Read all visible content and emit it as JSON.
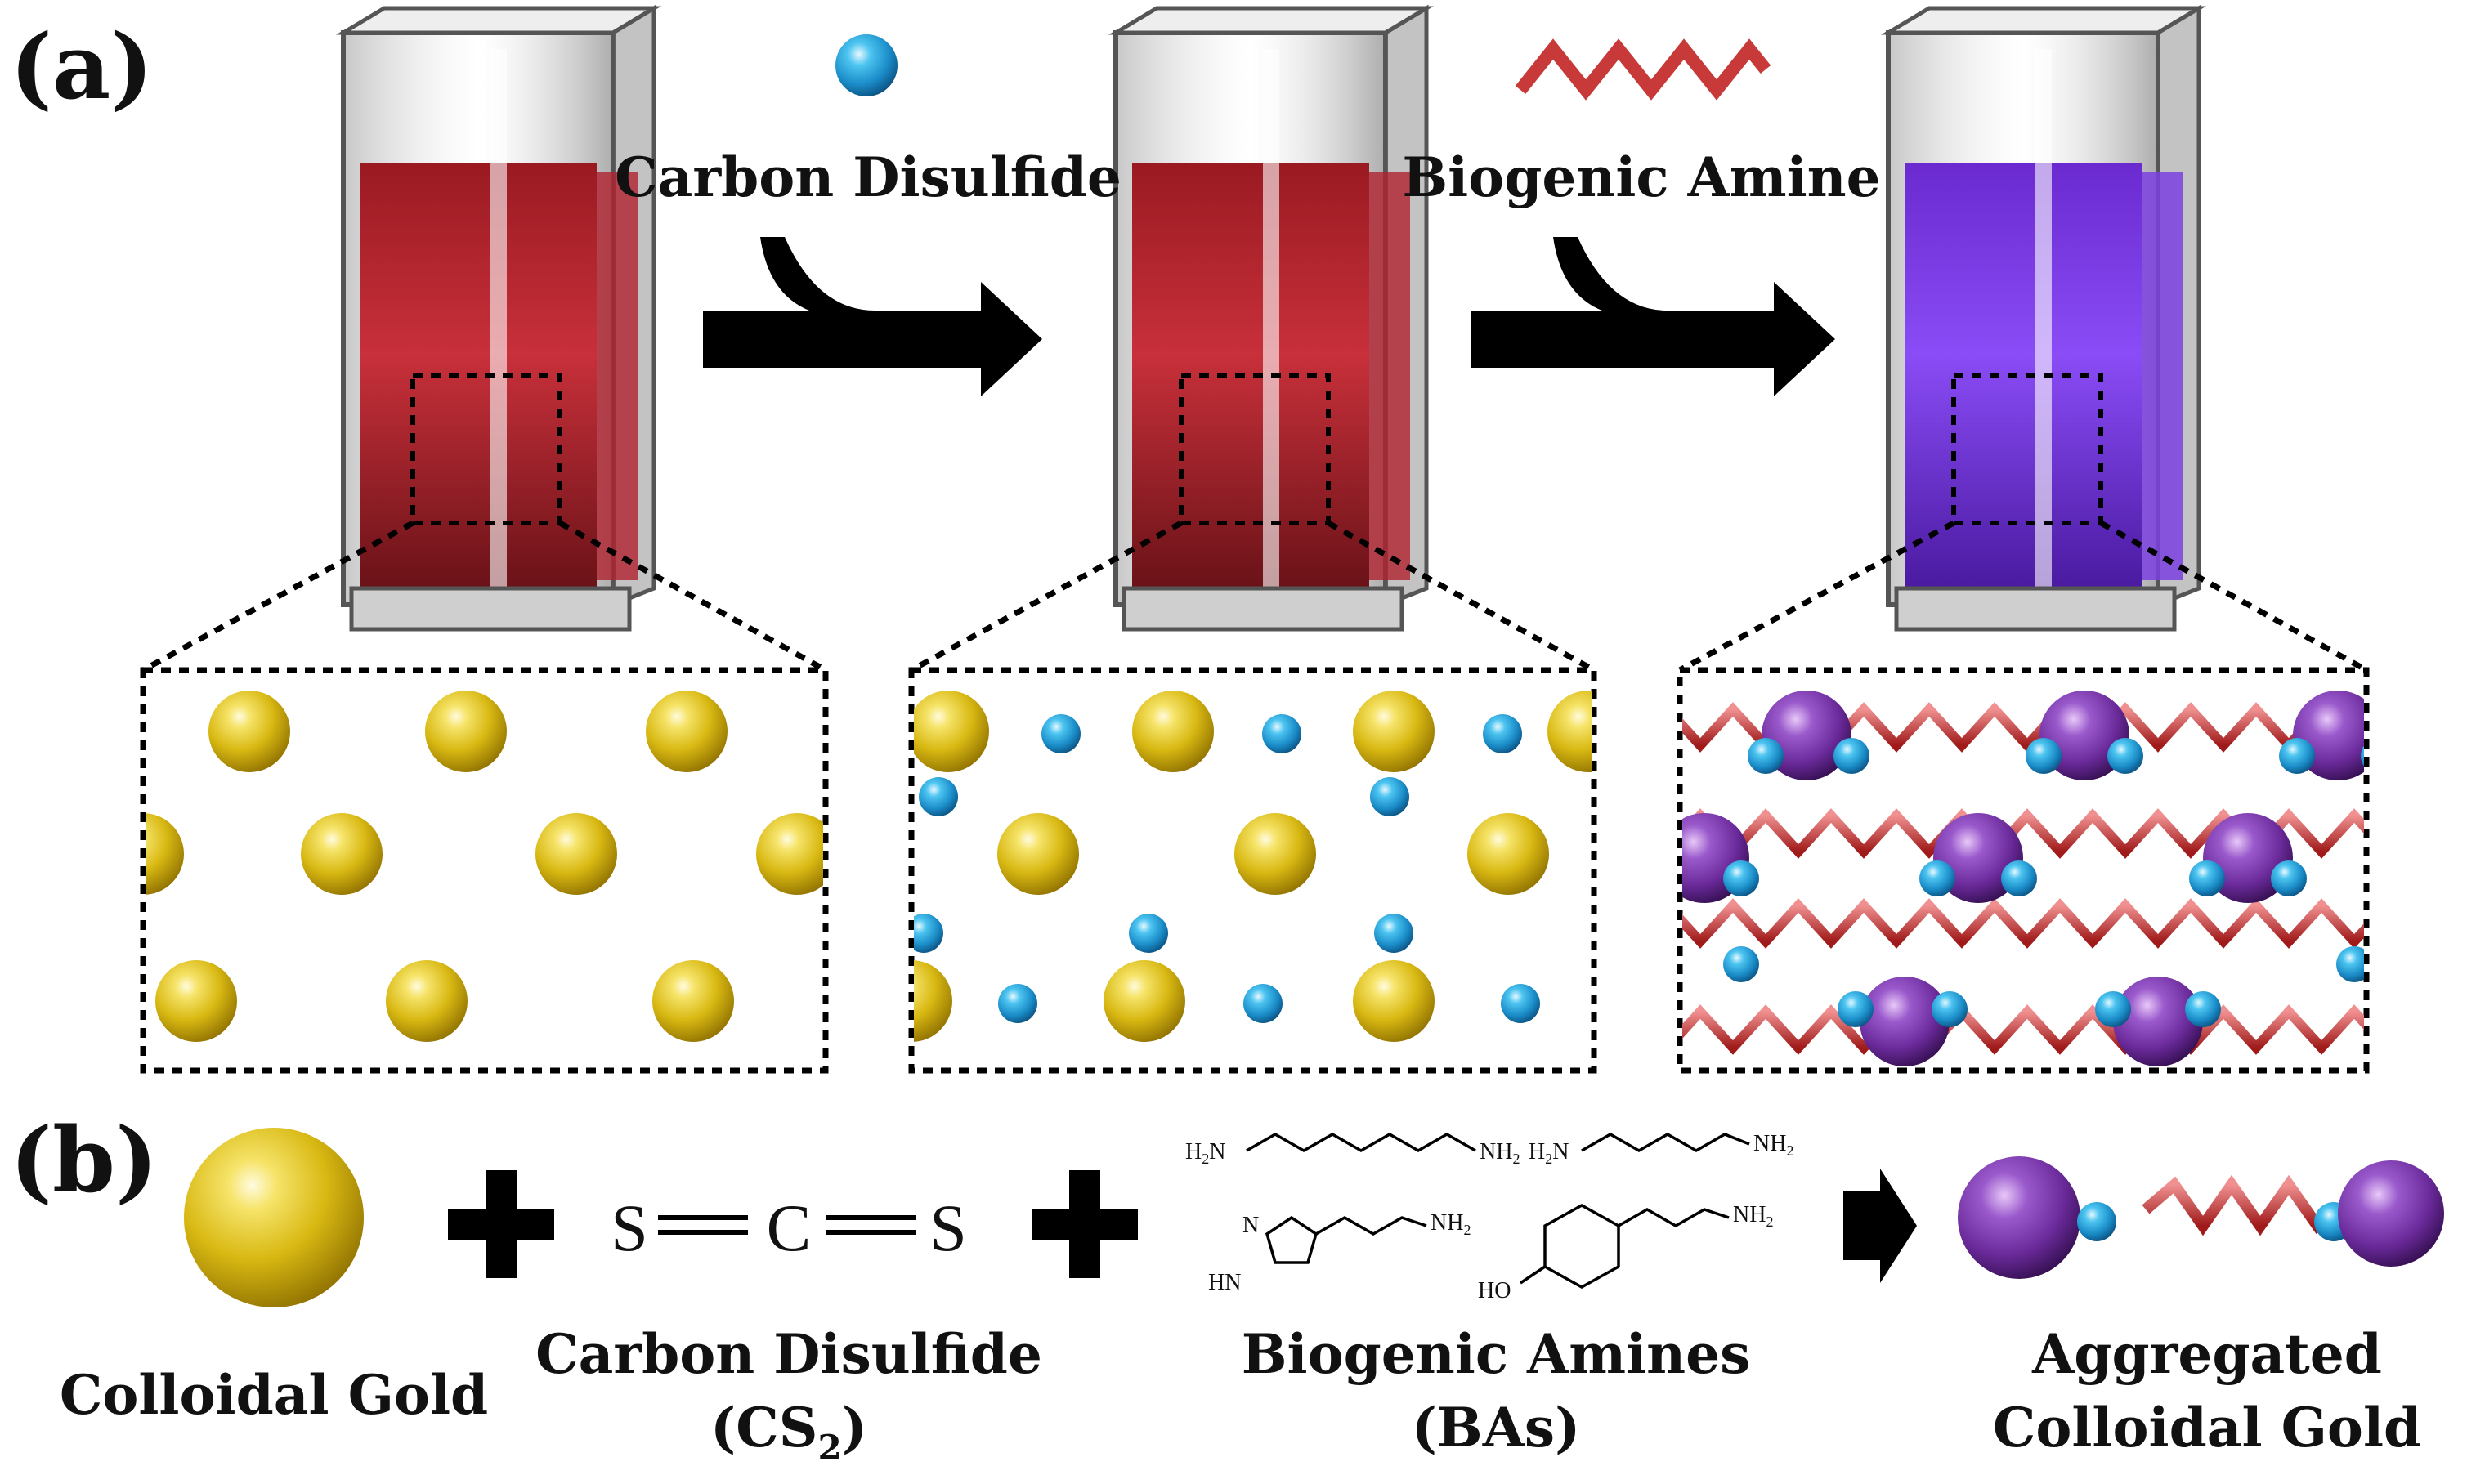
{
  "panel_a": {
    "label": "(a)",
    "step1_label": "Carbon Disulfide",
    "step2_label": "Biogenic Amine",
    "colors": {
      "red_solution": "#c0262c",
      "purple_solution": "#7a3ef0",
      "gold": "#e6c21a",
      "blue_bead": "#1a9fd6",
      "purple_bead": "#6a2a9a",
      "chain": "#d03a3a"
    }
  },
  "panel_b": {
    "label": "(b)",
    "colloidal_gold": "Colloidal Gold",
    "cs2_name": "Carbon Disulfide",
    "cs2_formula_open": "(CS",
    "cs2_formula_sub": "2",
    "cs2_formula_close": ")",
    "cs2_atoms": [
      "S",
      "C",
      "S"
    ],
    "bas_name": "Biogenic Amines",
    "bas_abbr": "(BAs)",
    "aggregated_line1": "Aggregated",
    "aggregated_line2": "Colloidal Gold",
    "amine_labels": {
      "nh2": "NH",
      "h2n": "H",
      "n": "N",
      "hn": "HN",
      "ho": "HO",
      "sub2": "2"
    }
  }
}
